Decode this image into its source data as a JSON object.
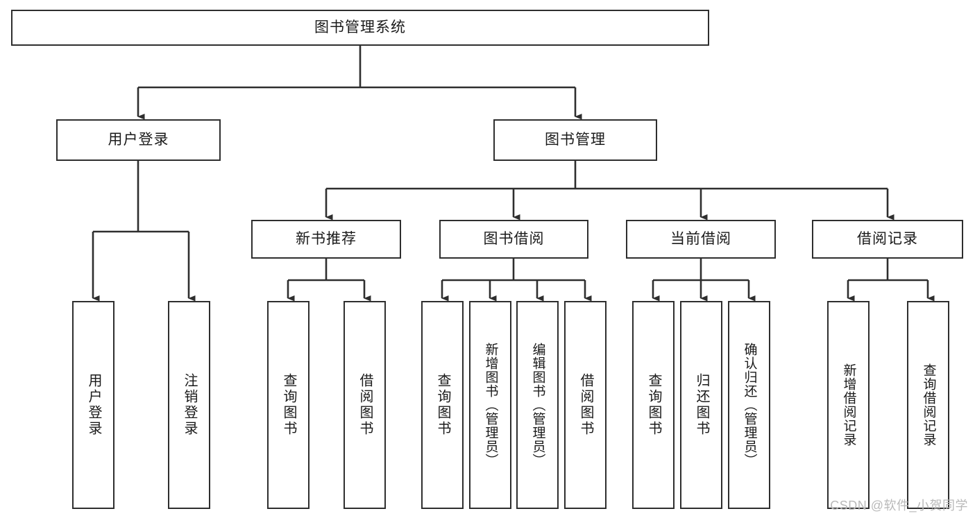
{
  "diagram": {
    "title": "图书管理系统",
    "watermark": "CSDN @软件_小贺同学",
    "colors": {
      "stroke": "#2e2e2e",
      "background": "#ffffff",
      "text": "#1a1a1a",
      "watermark": "#b9b9b9"
    },
    "levels": {
      "root": {
        "label": "图书管理系统"
      },
      "level2": [
        {
          "label": "用户登录"
        },
        {
          "label": "图书管理"
        }
      ],
      "level3": [
        {
          "label": "新书推荐"
        },
        {
          "label": "图书借阅"
        },
        {
          "label": "当前借阅"
        },
        {
          "label": "借阅记录"
        }
      ],
      "leaves": {
        "user_login": [
          {
            "label": "用户登录"
          },
          {
            "label": "注销登录"
          }
        ],
        "new_book_recommend": [
          {
            "label": "查询图书"
          },
          {
            "label": "借阅图书"
          }
        ],
        "book_borrow": [
          {
            "label": "查询图书"
          },
          {
            "label": "新增图书（管理员）"
          },
          {
            "label": "编辑图书（管理员）"
          },
          {
            "label": "借阅图书"
          }
        ],
        "current_borrow": [
          {
            "label": "查询图书"
          },
          {
            "label": "归还图书"
          },
          {
            "label": "确认归还（管理员）"
          }
        ],
        "borrow_record": [
          {
            "label": "新增借阅记录"
          },
          {
            "label": "查询借阅记录"
          }
        ]
      }
    }
  }
}
